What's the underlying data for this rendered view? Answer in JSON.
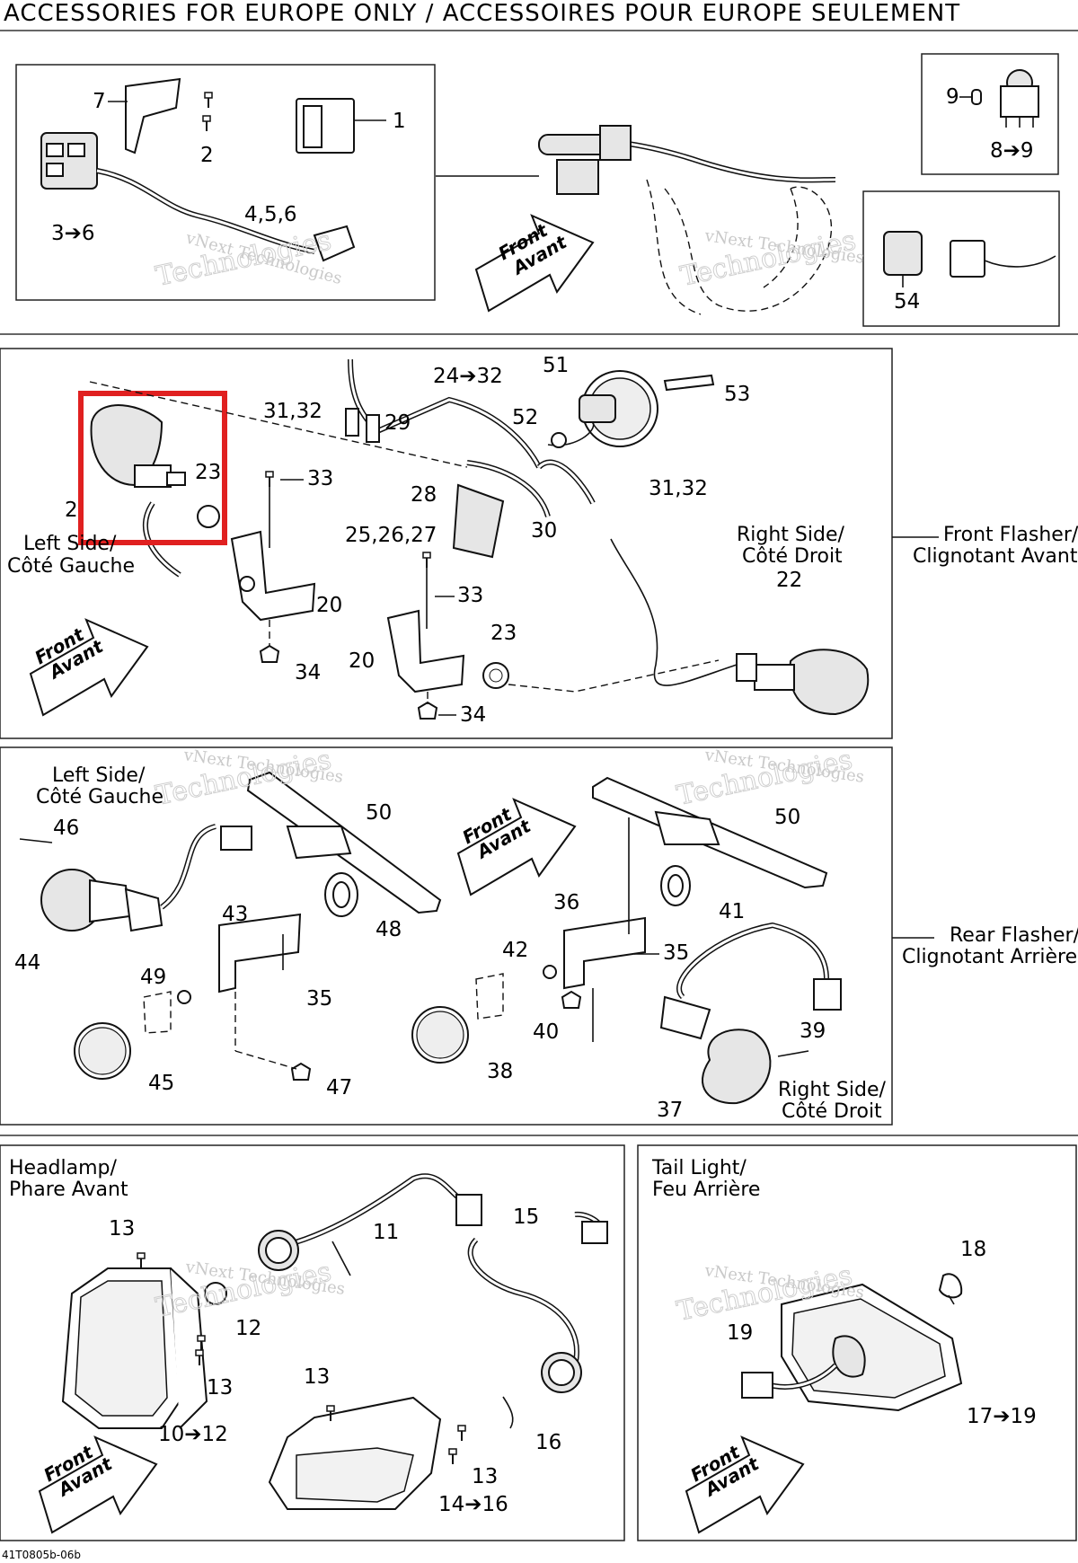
{
  "title": "ACCESSORIES FOR EUROPE ONLY / ACCESSOIRES POUR EUROPE SEULEMENT",
  "drawing_code": "41T0805b-06b",
  "watermark": {
    "line1": "vNext Technologies",
    "line2": "Technologies",
    "line3": "vNext"
  },
  "front_label": {
    "en": "Front",
    "fr": "Avant"
  },
  "sections": {
    "front_flasher": {
      "en": "Front Flasher/",
      "fr": "Clignotant Avant"
    },
    "rear_flasher": {
      "en": "Rear Flasher/",
      "fr": "Clignotant Arrière"
    },
    "headlamp": {
      "en": "Headlamp/",
      "fr": "Phare Avant"
    },
    "tail_light": {
      "en": "Tail Light/",
      "fr": "Feu Arrière"
    },
    "left_side": {
      "en": "Left Side/",
      "fr": "Côté Gauche"
    },
    "right_side": {
      "en": "Right Side/",
      "fr": "Côté Droit"
    }
  },
  "callouts": {
    "c1": "1",
    "c2": "2",
    "c7": "7",
    "c3_6": "3➔6",
    "c456": "4,5,6",
    "c9": "9",
    "c8_9": "8➔9",
    "c54": "54",
    "c24_32": "24➔32",
    "c51": "51",
    "c53": "53",
    "c31_32a": "31,32",
    "c29": "29",
    "c52": "52",
    "c23a": "23",
    "c2b": "2",
    "c33a": "33",
    "c28": "28",
    "c31_32b": "31,32",
    "c25_27": "25,26,27",
    "c30": "30",
    "c22": "22",
    "c20a": "20",
    "c33b": "33",
    "c23b": "23",
    "c20b": "20",
    "c34a": "34",
    "c34b": "34",
    "c46": "46",
    "c50a": "50",
    "c50b": "50",
    "c44": "44",
    "c43": "43",
    "c48": "48",
    "c49": "49",
    "c35a": "35",
    "c45": "45",
    "c47": "47",
    "c36": "36",
    "c41": "41",
    "c42": "42",
    "c35b": "35",
    "c40": "40",
    "c38": "38",
    "c39": "39",
    "c37": "37",
    "c13a": "13",
    "c11": "11",
    "c15": "15",
    "c12": "12",
    "c13b": "13",
    "c13c": "13",
    "c13d": "13",
    "c16": "16",
    "c10_12": "10➔12",
    "c14_16": "14➔16",
    "c18": "18",
    "c19": "19",
    "c17_19": "17➔19"
  },
  "colors": {
    "highlight": "#e02020",
    "line": "#111111",
    "watermark": "#c9c9c9"
  }
}
